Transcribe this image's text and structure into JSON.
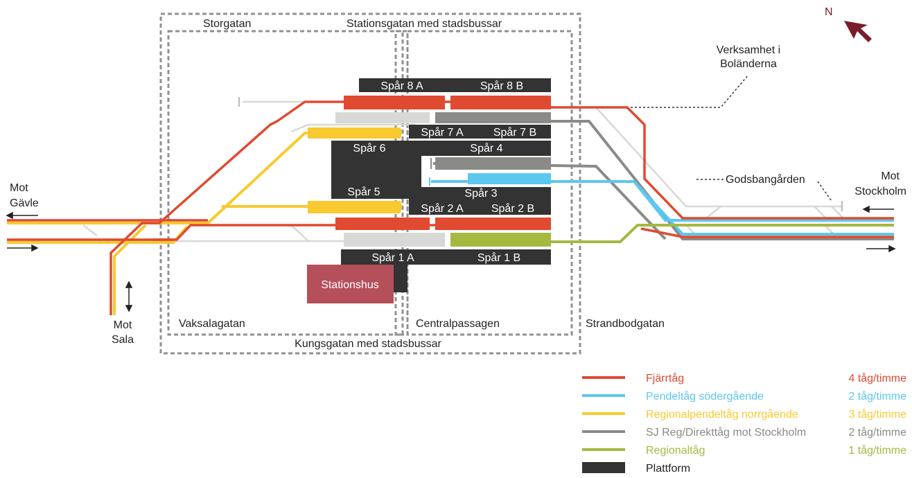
{
  "compass": {
    "label": "N"
  },
  "streets": {
    "top_left": "Storgatan",
    "top_right": "Stationsgatan med stadsbussar",
    "bottom": "Kungsgatan med stadsbussar",
    "left": "Vaksalagatan",
    "center": "Centralpassagen",
    "right": "Strandbodgatan"
  },
  "annotations": {
    "industry_line1": "Verksamhet i",
    "industry_line2": "Boländerna",
    "freight_yard": "Godsbangården"
  },
  "directions": {
    "gavle_line1": "Mot",
    "gavle_line2": "Gävle",
    "stockholm_line1": "Mot",
    "stockholm_line2": "Stockholm",
    "sala_line1": "Mot",
    "sala_line2": "Sala"
  },
  "platforms": {
    "p8a": "Spår 8 A",
    "p8b": "Spår 8 B",
    "p7a": "Spår 7 A",
    "p7b": "Spår 7 B",
    "p6": "Spår 6",
    "p4": "Spår 4",
    "p5": "Spår 5",
    "p3": "Spår 3",
    "p2a": "Spår 2 A",
    "p2b": "Spår 2 B",
    "p1a": "Spår 1 A",
    "p1b": "Spår 1 B"
  },
  "station_building": "Stationshus",
  "legend": [
    {
      "name": "Fjärrtåg",
      "freq": "4 tåg/timme",
      "color": "#e04a30"
    },
    {
      "name": "Pendeltåg södergående",
      "freq": "2 tåg/timme",
      "color": "#5bc8ef"
    },
    {
      "name": "Regionalpendeltåg norrgående",
      "freq": "3 tåg/timme",
      "color": "#f9c930"
    },
    {
      "name": "SJ Reg/Direkttåg mot Stockholm",
      "freq": "2 tåg/timme",
      "color": "#8a8a86"
    },
    {
      "name": "Regionaltåg",
      "freq": "1 tåg/timme",
      "color": "#a5b83f"
    },
    {
      "name": "Plattform",
      "freq": "",
      "color": "#333333"
    }
  ],
  "colors": {
    "red": "#e04a30",
    "blue": "#5bc8ef",
    "yellow": "#f9c930",
    "gray": "#8a8a86",
    "green": "#a5b83f",
    "light": "#d8d8d6",
    "platform": "#333333",
    "station": "#b5505b",
    "compass": "#7a1c2a"
  }
}
